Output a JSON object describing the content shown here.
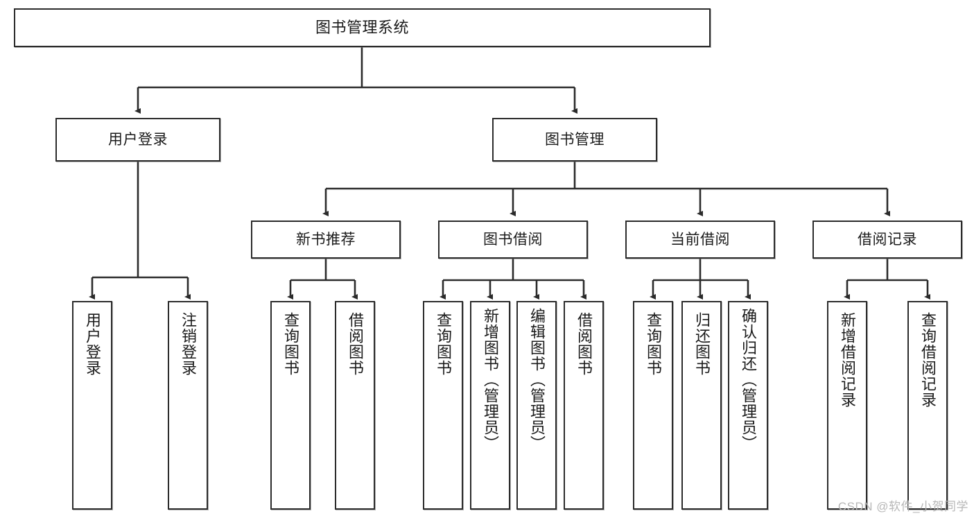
{
  "diagram": {
    "title": "图书管理系统",
    "watermark": "CSDN @软件_小贺同学",
    "stroke_color": "#2b2b2b",
    "fill_color": "#ffffff",
    "text_color": "#1a1a1a",
    "watermark_color": "#b7b7b7"
  },
  "nodes": {
    "root": {
      "label": "图书管理系统"
    },
    "level2": [
      {
        "label": "用户登录"
      },
      {
        "label": "图书管理"
      }
    ],
    "level3": [
      {
        "label": "新书推荐"
      },
      {
        "label": "图书借阅"
      },
      {
        "label": "当前借阅"
      },
      {
        "label": "借阅记录"
      }
    ],
    "leaves_user_login": [
      {
        "label": "用户登录"
      },
      {
        "label": "注销登录"
      }
    ],
    "leaves_new_book": [
      {
        "label": "查询图书"
      },
      {
        "label": "借阅图书"
      }
    ],
    "leaves_book_borrow": [
      {
        "label": "查询图书"
      },
      {
        "label": "新增图书（管理员）"
      },
      {
        "label": "编辑图书（管理员）"
      },
      {
        "label": "借阅图书"
      }
    ],
    "leaves_current_borrow": [
      {
        "label": "查询图书"
      },
      {
        "label": "归还图书"
      },
      {
        "label": "确认归还（管理员）"
      }
    ],
    "leaves_borrow_record": [
      {
        "label": "新增借阅记录"
      },
      {
        "label": "查询借阅记录"
      }
    ]
  }
}
